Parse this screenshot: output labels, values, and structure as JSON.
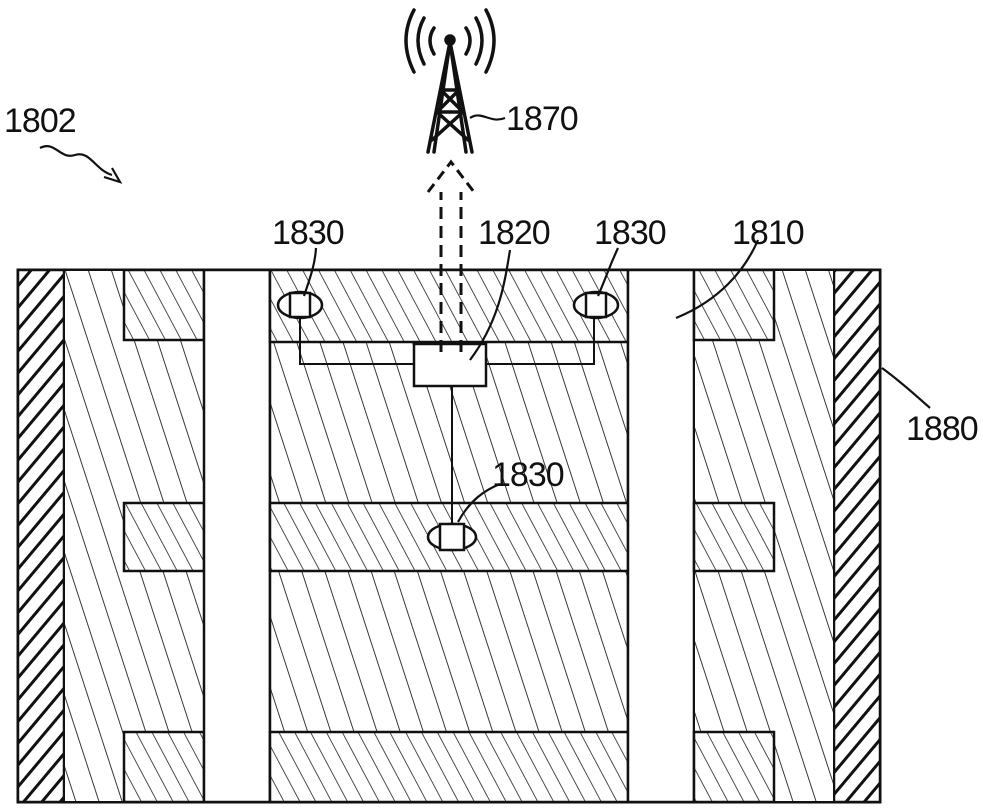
{
  "labels": {
    "system": "1802",
    "tower": "1870",
    "node": "1820",
    "sensor": "1830",
    "passage": "1810",
    "casing": "1880"
  },
  "icons": {
    "tower": "cell-tower-icon",
    "uplink": "dashed-arrow-up-icon"
  },
  "colors": {
    "ink": "#111111",
    "background": "#ffffff"
  }
}
